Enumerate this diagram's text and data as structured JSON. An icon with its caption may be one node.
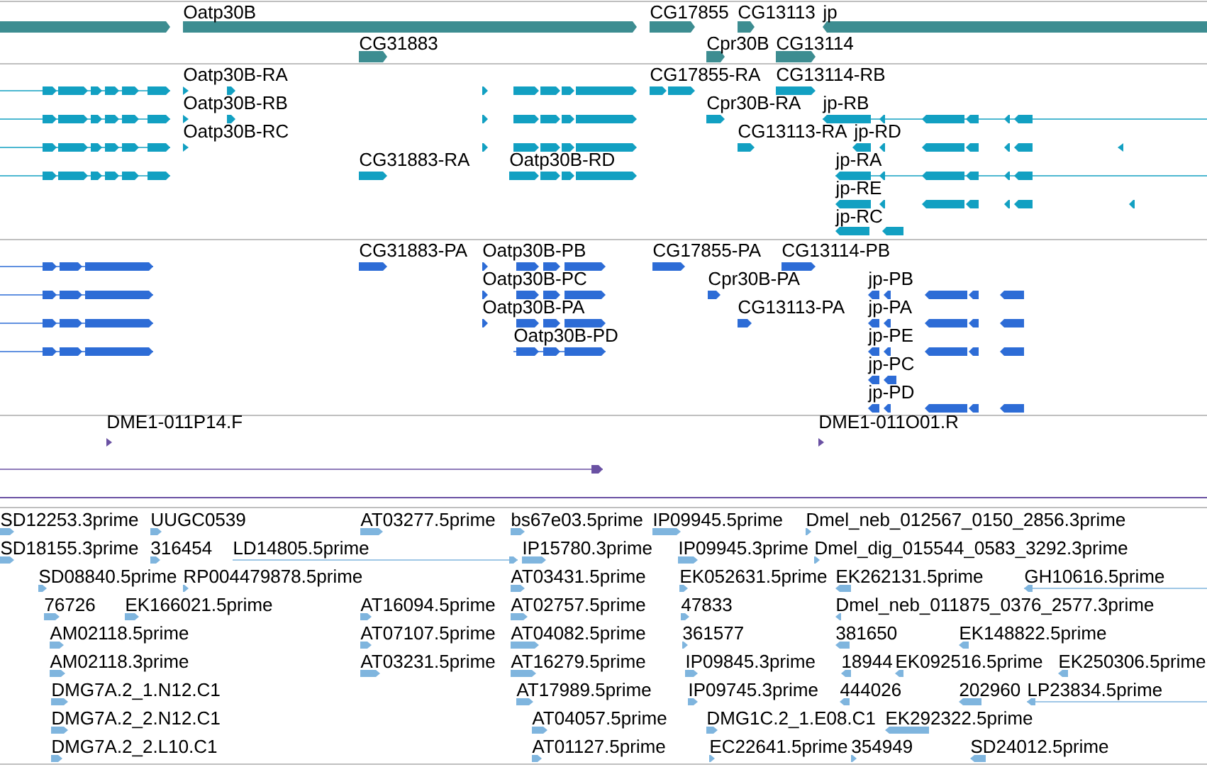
{
  "diagram": {
    "labels": [
      "Oatp30B",
      "CG17855",
      "CG13113",
      "jp",
      "CG31883",
      "Cpr30B",
      "CG13114",
      "Oatp30B-RA",
      "CG17855-RA",
      "CG13114-RB",
      "Oatp30B-RB",
      "Cpr30B-RA",
      "jp-RB",
      "Oatp30B-RC",
      "CG13113-RA",
      "jp-RD",
      "CG31883-RA",
      "Oatp30B-RD",
      "jp-RA",
      "jp-RE",
      "jp-RC",
      "CG31883-PA",
      "Oatp30B-PB",
      "CG17855-PA",
      "CG13114-PB",
      "Oatp30B-PC",
      "Cpr30B-PA",
      "jp-PB",
      "Oatp30B-PA",
      "CG13113-PA",
      "jp-PA",
      "Oatp30B-PD",
      "jp-PE",
      "jp-PC",
      "jp-PD",
      "DME1-011P14.F",
      "DME1-011O01.R",
      "SD12253.3prime",
      "UUGC0539",
      "AT03277.5prime",
      "bs67e03.5prime",
      "IP09945.5prime",
      "Dmel_neb_012567_0150_2856.3prime",
      "SD18155.3prime",
      "316454",
      "LD14805.5prime",
      "IP15780.3prime",
      "IP09945.3prime",
      "Dmel_dig_015544_0583_3292.3prime",
      "SD08840.5prime",
      "RP004479878.5prime",
      "AT03431.5prime",
      "EK052631.5prime",
      "EK262131.5prime",
      "GH10616.5prime",
      "76726",
      "EK166021.5prime",
      "AT16094.5prime",
      "AT02757.5prime",
      "47833",
      "Dmel_neb_011875_0376_2577.3prime",
      "AM02118.5prime",
      "AT07107.5prime",
      "AT04082.5prime",
      "361577",
      "381650",
      "EK148822.5prime",
      "AM02118.3prime",
      "AT03231.5prime",
      "AT16279.5prime",
      "IP09845.3prime",
      "18944",
      "EK092516.5prime",
      "EK250306.5prime",
      "DMG7A.2_1.N12.C1",
      "AT17989.5prime",
      "IP09745.3prime",
      "444026",
      "202960",
      "LP23834.5prime",
      "DMG7A.2_2.N12.C1",
      "AT04057.5prime",
      "DMG1C.2_1.E08.C1",
      "EK292322.5prime",
      "DMG7A.2_2.L10.C1",
      "AT01127.5prime",
      "EC22641.5prime",
      "354949",
      "SD24012.5prime"
    ]
  }
}
